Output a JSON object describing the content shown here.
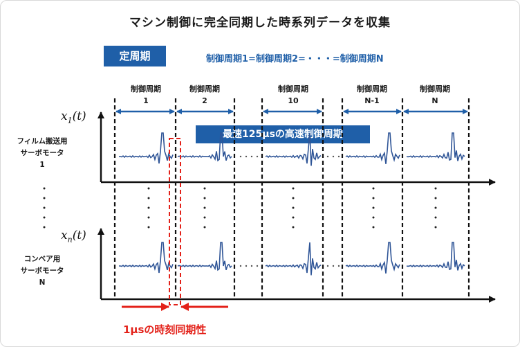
{
  "title": "マシン制御に完全同期した時系列データを収集",
  "tag": "定周期",
  "formula": "制御周期1=制御周期2=・・・=制御周期N",
  "banner": "最速125µsの高速制御周期",
  "periods": [
    {
      "label": "制御周期",
      "index": "1"
    },
    {
      "label": "制御周期",
      "index": "2"
    },
    {
      "label": "制御周期",
      "index": "10"
    },
    {
      "label": "制御周期",
      "index": "N-1"
    },
    {
      "label": "制御周期",
      "index": "N"
    }
  ],
  "series": [
    {
      "var": "x",
      "sub": "1",
      "arg": "(t)",
      "line1": "フィルム搬送用",
      "line2": "サーボモータ",
      "line3": "1"
    },
    {
      "var": "x",
      "sub": "n",
      "arg": "(t)",
      "line1": "コンベア用",
      "line2": "サーボモータ",
      "line3": "N"
    }
  ],
  "sync_label": "1µsの時刻同期性",
  "colors": {
    "accent": "#1f5fa8",
    "wave": "#2f5597",
    "highlight": "#e32119",
    "axis": "#111111"
  }
}
